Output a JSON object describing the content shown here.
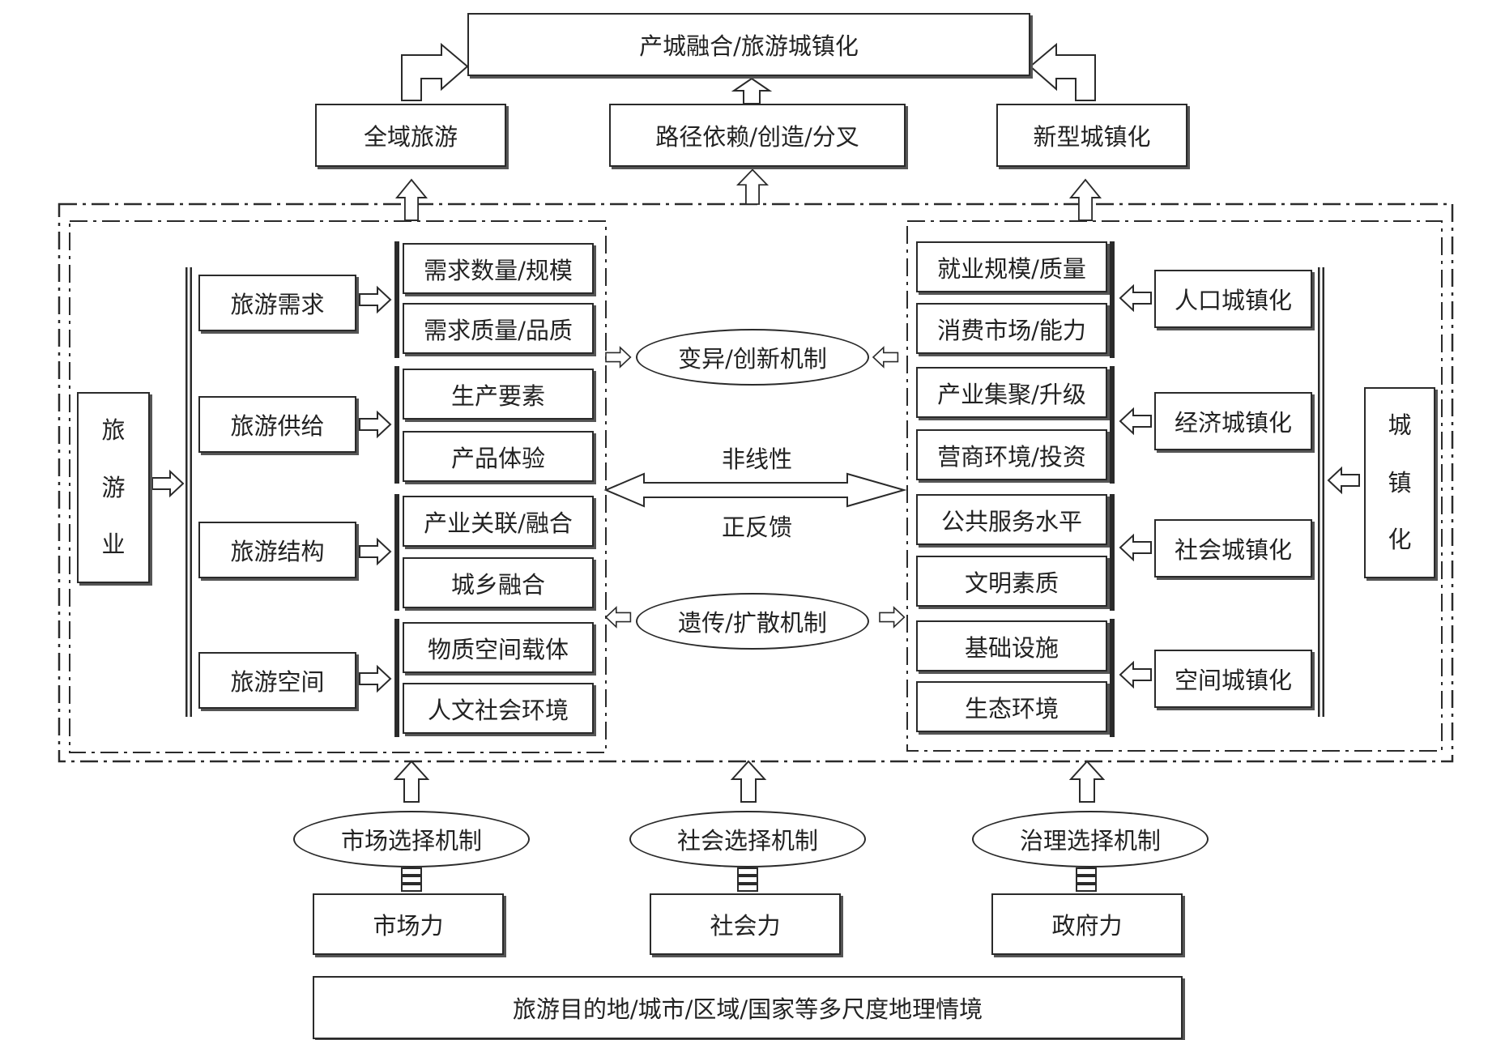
{
  "top": {
    "title": "产城融合/旅游城镇化",
    "left": "全域旅游",
    "center": "路径依赖/创造/分叉",
    "right": "新型城镇化"
  },
  "tourism": {
    "label_chars": [
      "旅",
      "游",
      "业"
    ],
    "groups": [
      {
        "label": "旅游需求",
        "items": [
          "需求数量/规模",
          "需求质量/品质"
        ]
      },
      {
        "label": "旅游供给",
        "items": [
          "生产要素",
          "产品体验"
        ]
      },
      {
        "label": "旅游结构",
        "items": [
          "产业关联/融合",
          "城乡融合"
        ]
      },
      {
        "label": "旅游空间",
        "items": [
          "物质空间载体",
          "人文社会环境"
        ]
      }
    ]
  },
  "urbanization": {
    "label_chars": [
      "城",
      "镇",
      "化"
    ],
    "groups": [
      {
        "label": "人口城镇化",
        "items": [
          "就业规模/质量",
          "消费市场/能力"
        ]
      },
      {
        "label": "经济城镇化",
        "items": [
          "产业集聚/升级",
          "营商环境/投资"
        ]
      },
      {
        "label": "社会城镇化",
        "items": [
          "公共服务水平",
          "文明素质"
        ]
      },
      {
        "label": "空间城镇化",
        "items": [
          "基础设施",
          "生态环境"
        ]
      }
    ]
  },
  "middle": {
    "variation": "变异/创新机制",
    "nonlinear": "非线性",
    "feedback": "正反馈",
    "heredity": "遗传/扩散机制"
  },
  "selection": {
    "market": "市场选择机制",
    "social": "社会选择机制",
    "governance": "治理选择机制"
  },
  "forces": {
    "market": "市场力",
    "social": "社会力",
    "government": "政府力"
  },
  "context": "旅游目的地/城市/区域/国家等多尺度地理情境"
}
